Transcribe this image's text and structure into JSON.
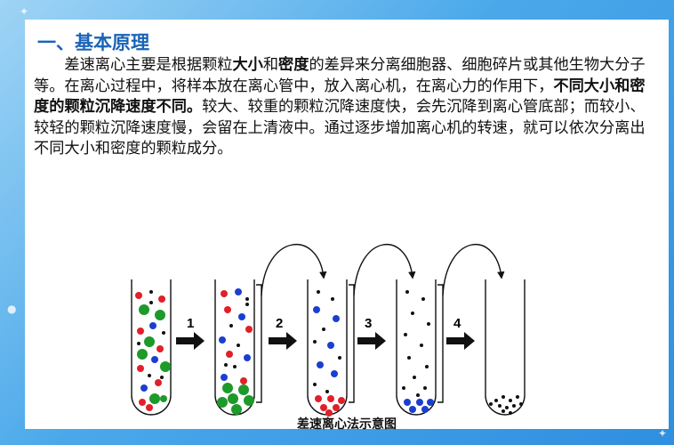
{
  "heading": "一、基本原理",
  "paragraph": {
    "p1": "　　差速离心主要是根据颗粒",
    "b1": "大小",
    "p2": "和",
    "b2": "密度",
    "p3": "的差异来分离细胞器、细胞碎片或其他生物大分子等。在离心过程中，将样本放在离心管中，放入离心机，在离心力的作用下，",
    "b3": "不同大小和密度的颗粒沉降速度不同。",
    "p4": "较大、较重的颗粒沉降速度快，会先沉降到离心管底部；而较小、较轻的颗粒沉降速度慢，会留在上清液中。通过逐步增加离心机的转速，就可以依次分离出不同大小和密度的颗粒成分。"
  },
  "steps": [
    "1",
    "2",
    "3",
    "4"
  ],
  "caption": "差速离心法示意图",
  "colors": {
    "green": "#1d9a2a",
    "red": "#e0202a",
    "blue": "#1a3fd0",
    "black": "#111111",
    "title": "#1a64b8"
  }
}
